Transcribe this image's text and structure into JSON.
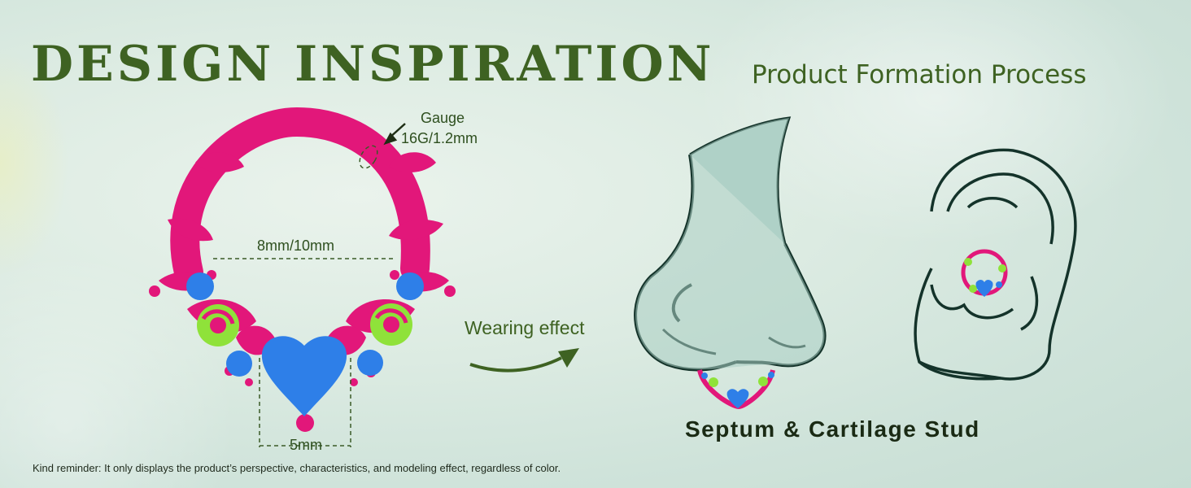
{
  "header": {
    "title": "DESIGN INSPIRATION",
    "subtitle": "Product Formation Process"
  },
  "product": {
    "gauge_label": "Gauge",
    "gauge_value": "16G/1.2mm",
    "inner_diameter": "8mm/10mm",
    "heart_width": "5mm"
  },
  "wearing": {
    "label": "Wearing effect",
    "caption": "Septum & Cartilage Stud"
  },
  "footer": {
    "note": "Kind reminder: It only displays the product’s perspective, characteristics, and modeling effect, regardless of color."
  },
  "colors": {
    "title_green": "#3e6222",
    "ring_pink": "#e2177a",
    "gem_blue": "#2e7fe8",
    "swirl_green": "#8fe23a"
  }
}
